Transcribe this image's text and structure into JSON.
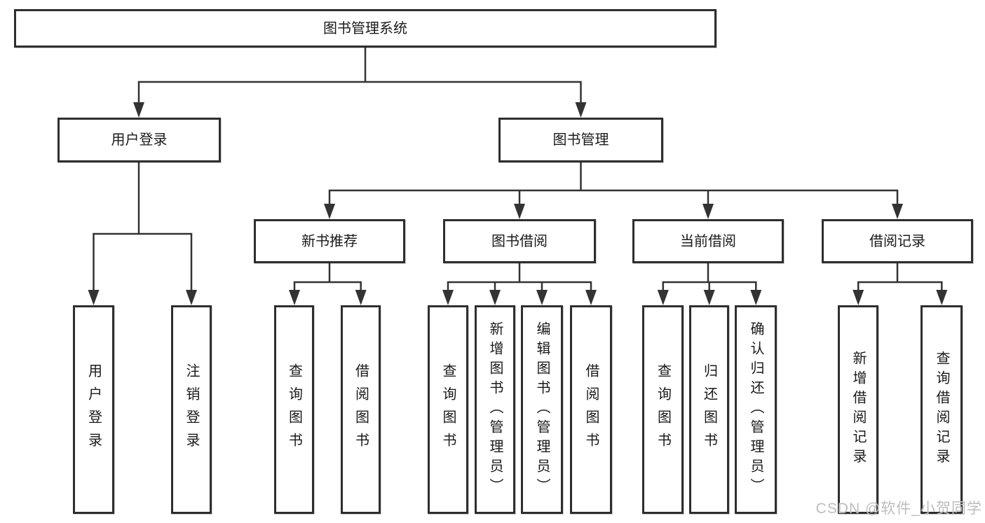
{
  "title": "图书管理系统",
  "watermark": "CSDN @软件_小贺同学",
  "colors": {
    "line": "#333333",
    "box_border": "#2e2e2e",
    "text": "#1a1a1a",
    "watermark": "#bdbdbd",
    "background": "#ffffff"
  },
  "tree": {
    "root": {
      "label": "图书管理系统",
      "children": [
        {
          "label": "用户登录",
          "children": [
            {
              "label": "用户登录"
            },
            {
              "label": "注销登录"
            }
          ]
        },
        {
          "label": "图书管理",
          "children": [
            {
              "label": "新书推荐",
              "children": [
                {
                  "label": "查询图书"
                },
                {
                  "label": "借阅图书"
                }
              ]
            },
            {
              "label": "图书借阅",
              "children": [
                {
                  "label": "查询图书"
                },
                {
                  "label": "新增图书（管理员）"
                },
                {
                  "label": "编辑图书（管理员）"
                },
                {
                  "label": "借阅图书"
                }
              ]
            },
            {
              "label": "当前借阅",
              "children": [
                {
                  "label": "查询图书"
                },
                {
                  "label": "归还图书"
                },
                {
                  "label": "确认归还（管理员）"
                }
              ]
            },
            {
              "label": "借阅记录",
              "children": [
                {
                  "label": "新增借阅记录"
                },
                {
                  "label": "查询借阅记录"
                }
              ]
            }
          ]
        }
      ]
    }
  }
}
